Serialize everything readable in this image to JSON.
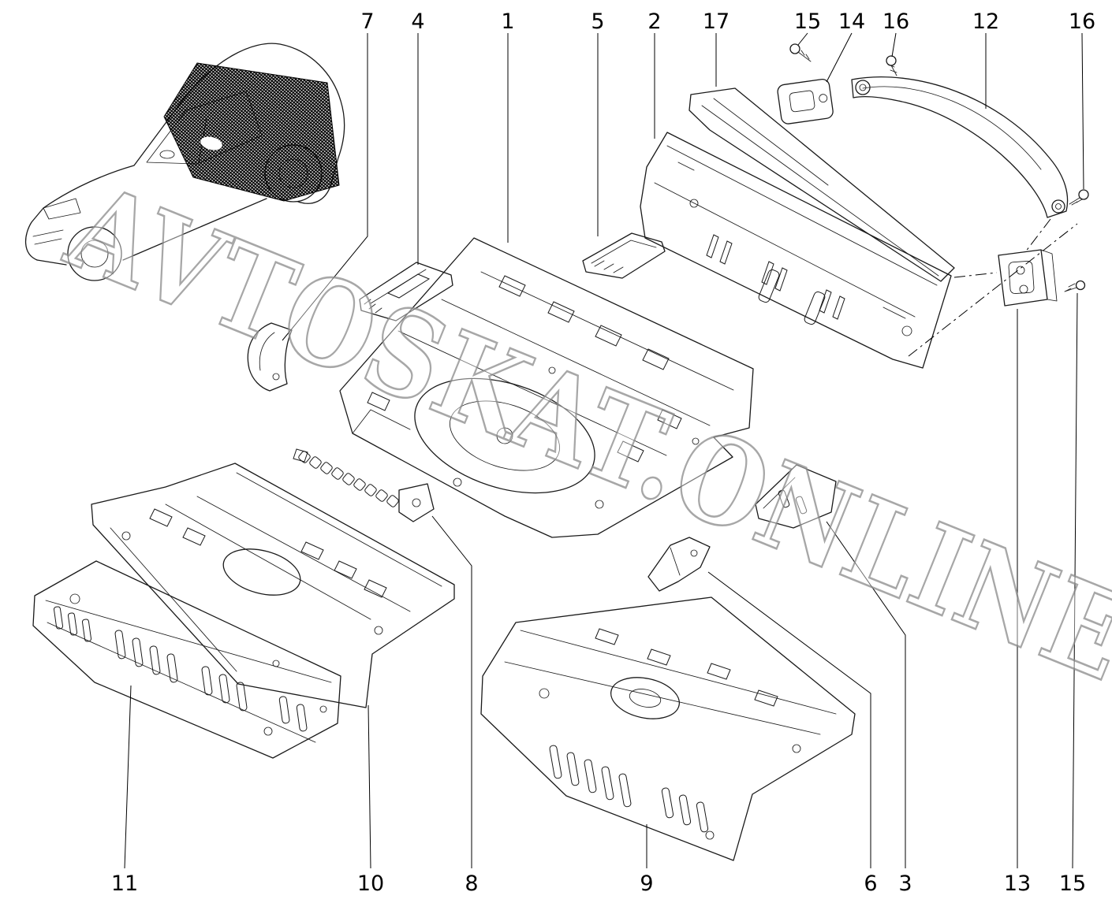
{
  "watermark": "AVTOSKAT.ONLINE",
  "callouts_top": [
    "7",
    "4",
    "1",
    "5",
    "2",
    "17",
    "15",
    "14",
    "16",
    "12",
    "16"
  ],
  "callouts_bottom": [
    "11",
    "10",
    "8",
    "9",
    "6",
    "3",
    "13",
    "15"
  ]
}
